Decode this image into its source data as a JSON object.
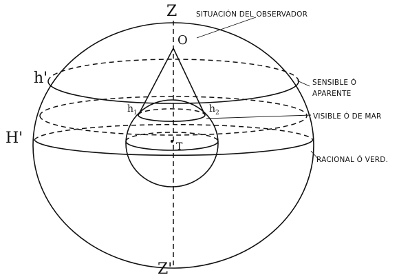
{
  "labels": {
    "zenith": "Z",
    "nadir": "Z'",
    "observer": "O",
    "sensible_point": "h'",
    "rational_point": "H'",
    "earth_center": "T",
    "visible_h1": "h",
    "visible_h1_sub": "1",
    "visible_h2": "h",
    "visible_h2_sub": "2"
  },
  "annotations": {
    "observer_location": "SITUACIÓN DEL OBSERVADOR",
    "sensible_line1": "SENSIBLE Ó",
    "sensible_line2": "APARENTE",
    "visible": "VISIBLE Ó DE MAR",
    "rational": "RACIONAL Ó VERD."
  },
  "colors": {
    "ink": "#111111",
    "background": "#ffffff"
  }
}
